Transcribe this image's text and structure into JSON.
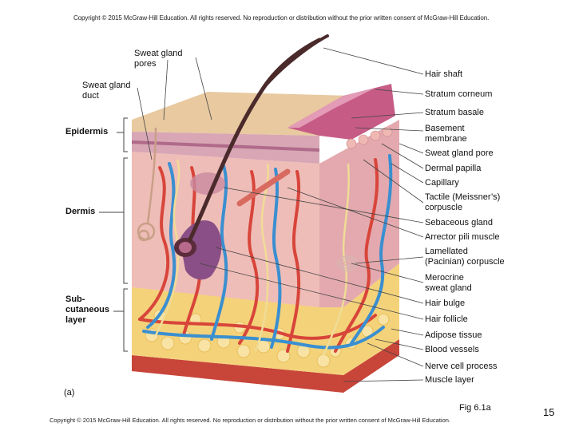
{
  "copyright_top": "Copyright © 2015 McGraw-Hill Education. All rights reserved. No reproduction or distribution without the prior written consent of McGraw-Hill Education.",
  "copyright_bottom": "Copyright © 2015 McGraw-Hill Education. All rights reserved. No reproduction or distribution without the prior written consent of McGraw-Hill Education.",
  "figure_label": "Fig 6.1a",
  "page_number": "15",
  "panel_letter": "(a)",
  "left_labels": {
    "sweat_gland_pores": [
      "Sweat gland",
      "pores"
    ],
    "sweat_gland_duct": [
      "Sweat gland",
      "duct"
    ],
    "epidermis": "Epidermis",
    "dermis": "Dermis",
    "subcutaneous": [
      "Sub-",
      "cutaneous",
      "layer"
    ]
  },
  "right_labels": {
    "hair_shaft": "Hair shaft",
    "stratum_corneum": "Stratum corneum",
    "stratum_basale": "Stratum basale",
    "basement_membrane": [
      "Basement",
      "membrane"
    ],
    "sweat_gland_pore": "Sweat gland pore",
    "dermal_papilla": "Dermal papilla",
    "capillary": "Capillary",
    "tactile_corpuscle": [
      "Tactile (Meissner’s)",
      "corpuscle"
    ],
    "sebaceous_gland": "Sebaceous gland",
    "arrector_pili": "Arrector pili muscle",
    "lamellated": [
      "Lamellated",
      "(Pacinian) corpuscle"
    ],
    "merocrine": [
      "Merocrine",
      "sweat gland"
    ],
    "hair_bulge": "Hair bulge",
    "hair_follicle": "Hair follicle",
    "adipose": "Adipose tissue",
    "blood_vessels": "Blood vessels",
    "nerve": "Nerve cell process",
    "muscle": "Muscle layer"
  },
  "colors": {
    "epidermis_top": "#e8c9a0",
    "epidermis_layer": "#c98aa0",
    "dermis": "#f2c9c4",
    "dermis_front": "#efbdb8",
    "adipose": "#f4d27a",
    "muscle": "#c8453a",
    "artery": "#d8453a",
    "vein": "#3a8fd0",
    "nerve": "#f0dc96",
    "hair": "#4a2a2a",
    "follicle": "#8a4f86"
  }
}
